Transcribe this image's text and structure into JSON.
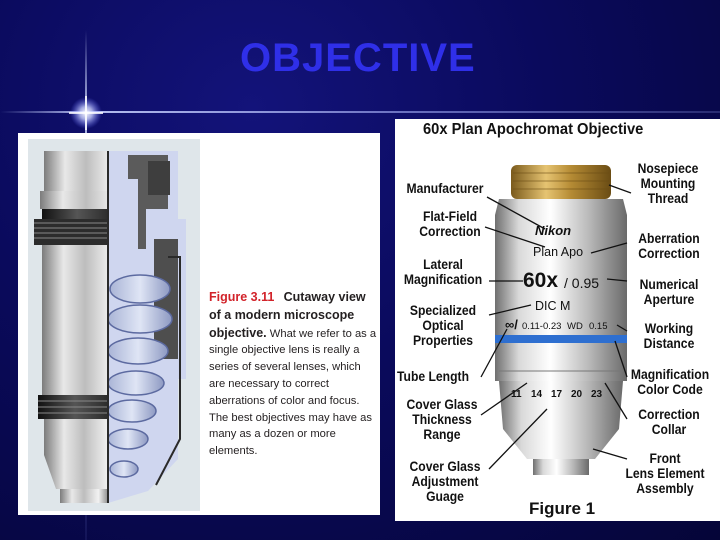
{
  "slide": {
    "title": "OBJECTIVE"
  },
  "left_figure": {
    "caption_label": "Figure 3.11",
    "caption_lead": "Cutaway view of a modern microscope objective.",
    "caption_body": "What we refer to as a single objective lens is really a series of several lenses, which are necessary to correct aberrations of color and focus. The best objectives may have as many as a dozen or more elements."
  },
  "right_figure": {
    "title": "60x Plan Apochromat Objective",
    "figure_label": "Figure 1",
    "engraving": {
      "brand": "Nikon",
      "type": "Plan Apo",
      "magnification": "60x",
      "na": "/ 0.95",
      "dic": "DIC M",
      "infinity": "∞/",
      "coverslip": "0.11-0.23",
      "wd": "WD",
      "wd_value": "0.15",
      "collar_scale": [
        "11",
        "14",
        "17",
        "20",
        "23"
      ]
    },
    "labels_left": [
      "Manufacturer",
      "Flat-Field\nCorrection",
      "Lateral\nMagnification",
      "Specialized\nOptical\nProperties",
      "Tube Length",
      "Cover Glass\nThickness\nRange",
      "Cover Glass\nAdjustment\nGuage"
    ],
    "labels_right": [
      "Nosepiece\nMounting\nThread",
      "Aberration\nCorrection",
      "Numerical\nAperture",
      "Working\nDistance",
      "Magnification\nColor Code",
      "Correction\nCollar",
      "Front\nLens Element\nAssembly"
    ]
  }
}
